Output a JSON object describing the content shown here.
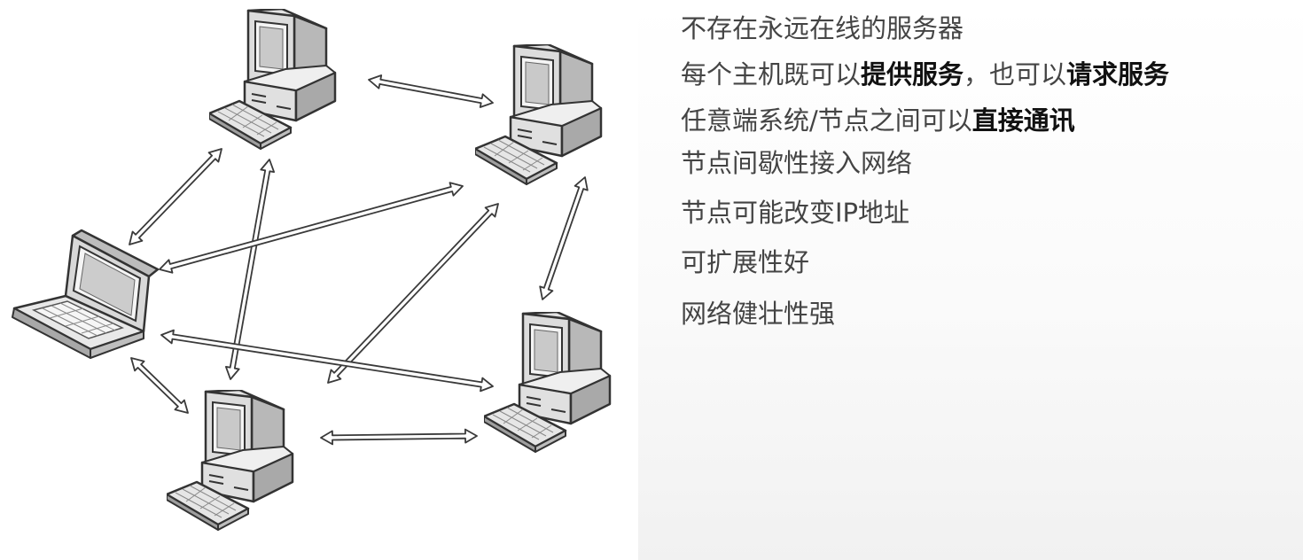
{
  "diagram": {
    "nodes": [
      {
        "id": "desktop-top",
        "kind": "desktop"
      },
      {
        "id": "desktop-right-top",
        "kind": "desktop"
      },
      {
        "id": "laptop-left",
        "kind": "laptop"
      },
      {
        "id": "desktop-bottom",
        "kind": "desktop"
      },
      {
        "id": "desktop-right-bottom",
        "kind": "desktop"
      }
    ],
    "links": [
      [
        "desktop-top",
        "desktop-right-top"
      ],
      [
        "desktop-top",
        "laptop-left"
      ],
      [
        "desktop-top",
        "desktop-bottom"
      ],
      [
        "laptop-left",
        "desktop-right-top"
      ],
      [
        "desktop-right-top",
        "desktop-right-bottom"
      ],
      [
        "desktop-bottom",
        "desktop-right-top"
      ],
      [
        "laptop-left",
        "desktop-right-bottom"
      ],
      [
        "laptop-left",
        "desktop-bottom"
      ],
      [
        "desktop-bottom",
        "desktop-right-bottom"
      ]
    ]
  },
  "features": [
    {
      "parts": [
        {
          "text": "不存在永远在线的服务器",
          "bold": false
        }
      ]
    },
    {
      "parts": [
        {
          "text": "每个主机既可以",
          "bold": false
        },
        {
          "text": "提供服务",
          "bold": true
        },
        {
          "text": "，也可以",
          "bold": false
        },
        {
          "text": "请求服务",
          "bold": true
        }
      ]
    },
    {
      "parts": [
        {
          "text": "任意端系统/节点之间可以",
          "bold": false
        },
        {
          "text": "直接通讯",
          "bold": true
        }
      ]
    },
    {
      "parts": [
        {
          "text": "节点间歇性接入网络",
          "bold": false
        }
      ]
    },
    {
      "parts": [
        {
          "text": "节点可能改变IP地址",
          "bold": false
        }
      ]
    },
    {
      "parts": [
        {
          "text": "可扩展性好",
          "bold": false
        }
      ]
    },
    {
      "parts": [
        {
          "text": "网络健壮性强",
          "bold": false
        }
      ]
    }
  ]
}
